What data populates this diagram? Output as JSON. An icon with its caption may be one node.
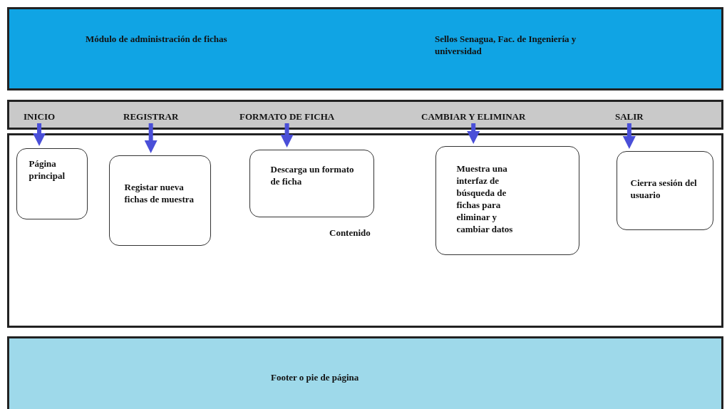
{
  "diagram": {
    "nodes": [
      {
        "text": [
          "Módulo de administración de fichas",
          "Sellos Senagua, Fac. de Ingeniería y universidad"
        ]
      },
      {
        "text": [],
        "shape": "bar"
      },
      {
        "text": [
          "INICIO"
        ],
        "in": 1
      },
      {
        "text": [
          "REGISTRAR"
        ],
        "in": 1
      },
      {
        "text": [
          "FORMATO DE FICHA"
        ],
        "in": 1
      },
      {
        "text": [
          "CAMBIAR Y ELIMINAR"
        ],
        "in": 1
      },
      {
        "text": [
          "SALIR"
        ],
        "in": 1
      },
      {
        "text": [
          "Contenido"
        ]
      },
      {
        "text": [
          "Página principal"
        ],
        "in": 7
      },
      {
        "text": [
          "Registar nueva fichas de muestra"
        ],
        "in": 7
      },
      {
        "text": [
          "Descarga un formato de ficha"
        ],
        "in": 7
      },
      {
        "text": [
          "Muestra una interfaz de búsqueda de fichas para eliminar y cambiar datos"
        ],
        "in": 7
      },
      {
        "text": [
          "Cierra sesión del usuario"
        ],
        "in": 7
      },
      {
        "text": [
          "Footer o pie de página"
        ]
      }
    ],
    "edges": [
      {
        "from": 2,
        "to": 8,
        "arrow": "to"
      },
      {
        "from": 3,
        "to": 9,
        "arrow": "to"
      },
      {
        "from": 4,
        "to": 10,
        "arrow": "to"
      },
      {
        "from": 5,
        "to": 11,
        "arrow": "to"
      },
      {
        "from": 6,
        "to": 12,
        "arrow": "to"
      }
    ]
  }
}
